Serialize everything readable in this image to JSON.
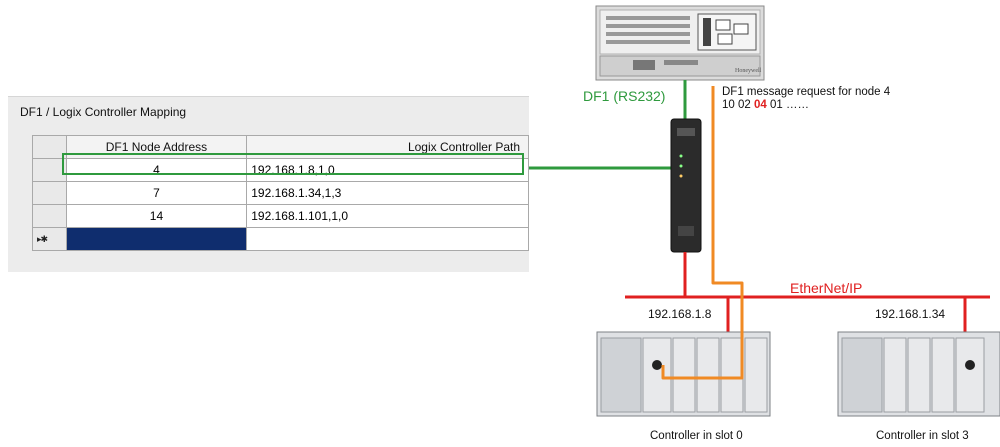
{
  "mapping": {
    "title": "DF1 / Logix Controller Mapping",
    "columns": [
      "DF1 Node Address",
      "Logix Controller Path"
    ],
    "rows": [
      {
        "node": "4",
        "path": "192.168.1.8,1,0"
      },
      {
        "node": "7",
        "path": "192.168.1.34,1,3"
      },
      {
        "node": "14",
        "path": "192.168.1.101,1,0"
      }
    ],
    "new_row_marker": "▸✱"
  },
  "labels": {
    "df1_link": "DF1 (RS232)",
    "message_line1": "DF1 message request for node 4",
    "message_prefix": "10 02",
    "message_node": "04",
    "message_suffix": "01 ……",
    "network": "EtherNet/IP",
    "controller1_ip": "192.168.1.8",
    "controller2_ip": "192.168.1.34",
    "controller1_caption": "Controller in slot 0",
    "controller2_caption": "Controller in slot 3",
    "host_brand": "Honeywell"
  },
  "colors": {
    "df1_green": "#2f9a3e",
    "ethernet_red": "#e02020",
    "message_orange": "#f08a24",
    "new_row_fill": "#0f2d6e"
  },
  "icons": [
    "honeywell-host-computer-icon",
    "df1-ethernet-gateway-icon",
    "plc-rack-icon"
  ]
}
